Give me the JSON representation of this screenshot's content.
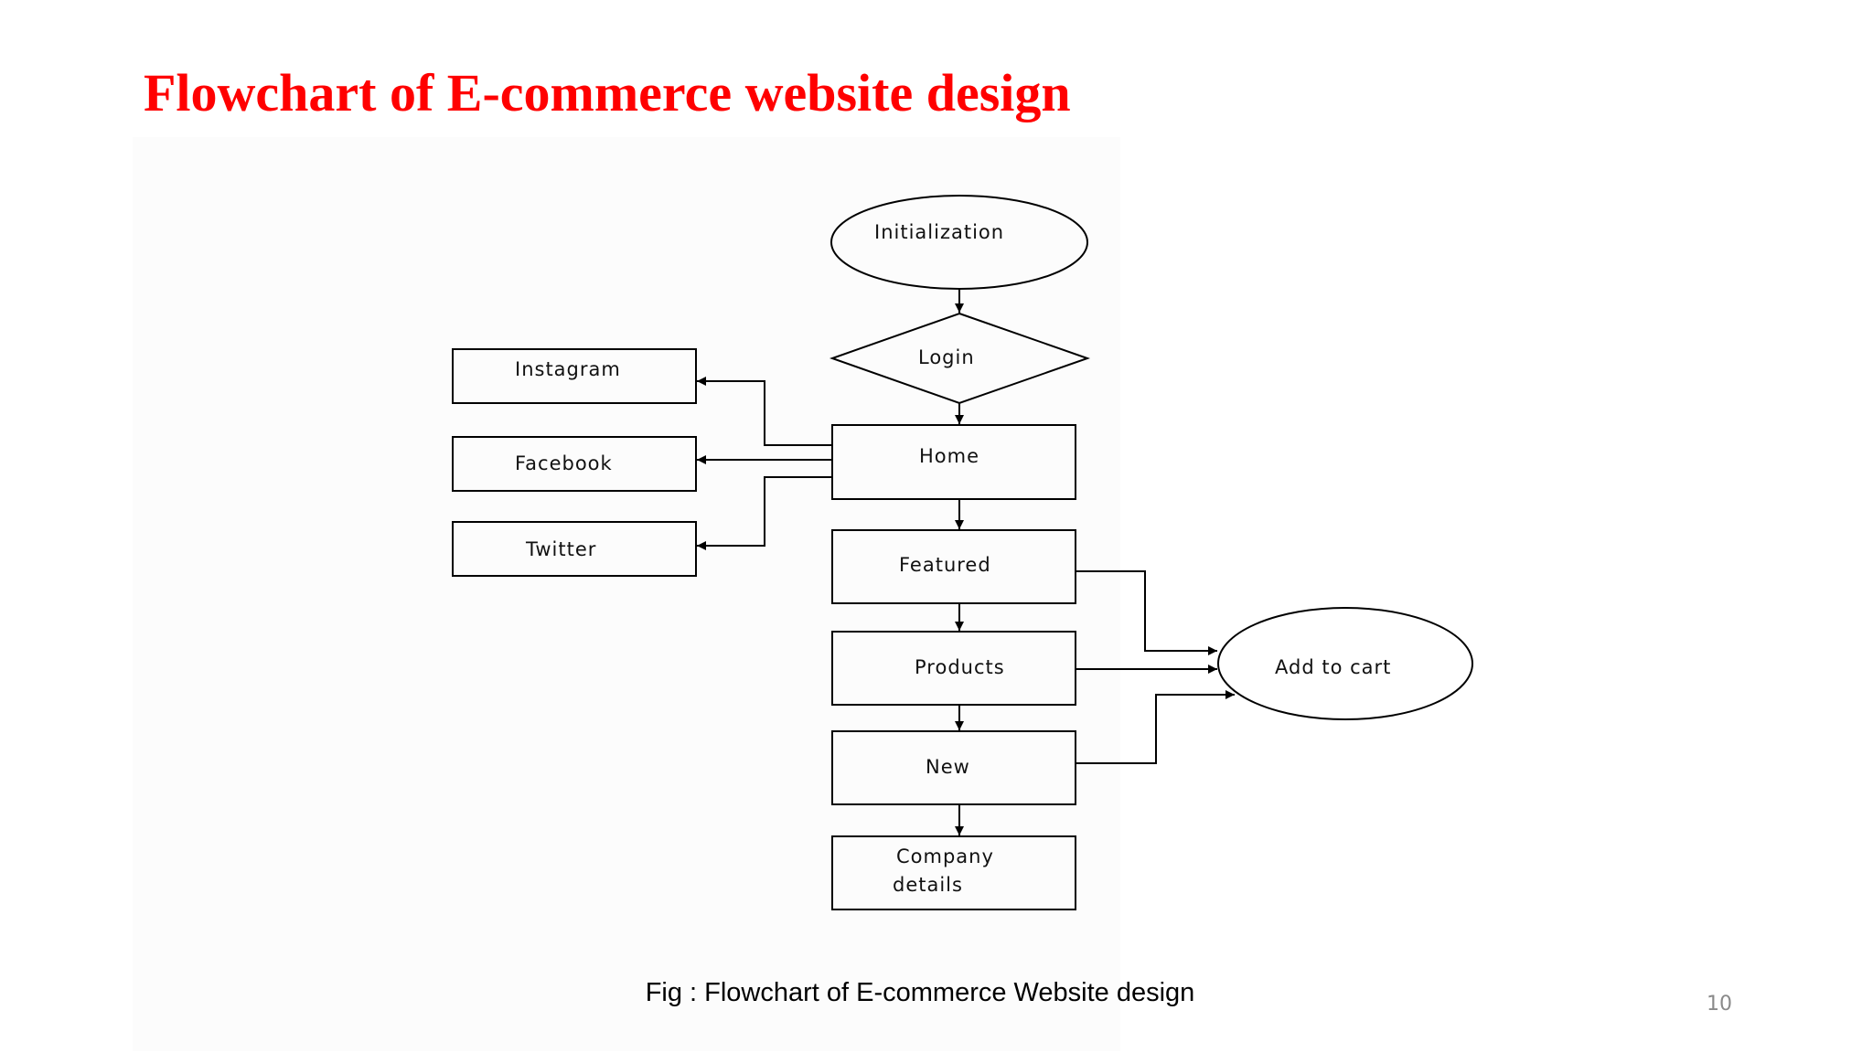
{
  "slide": {
    "title": "Flowchart of E-commerce website design",
    "caption": "Fig : Flowchart of E-commerce Website design",
    "page_number": "10"
  },
  "flowchart": {
    "nodes": {
      "initialization": "Initialization",
      "login": "Login",
      "home": "Home",
      "instagram": "Instagram",
      "facebook": "Facebook",
      "twitter": "Twitter",
      "featured": "Featured",
      "products": "Products",
      "new": "New",
      "company_line1": "Company",
      "company_line2": "details",
      "add_to_cart": "Add to cart"
    },
    "edges": [
      {
        "from": "Initialization",
        "to": "Login"
      },
      {
        "from": "Login",
        "to": "Home"
      },
      {
        "from": "Home",
        "to": "Instagram"
      },
      {
        "from": "Home",
        "to": "Facebook"
      },
      {
        "from": "Home",
        "to": "Twitter"
      },
      {
        "from": "Home",
        "to": "Featured"
      },
      {
        "from": "Featured",
        "to": "Products"
      },
      {
        "from": "Products",
        "to": "New"
      },
      {
        "from": "New",
        "to": "Company details"
      },
      {
        "from": "Featured",
        "to": "Add to cart"
      },
      {
        "from": "Products",
        "to": "Add to cart"
      },
      {
        "from": "New",
        "to": "Add to cart"
      }
    ]
  }
}
